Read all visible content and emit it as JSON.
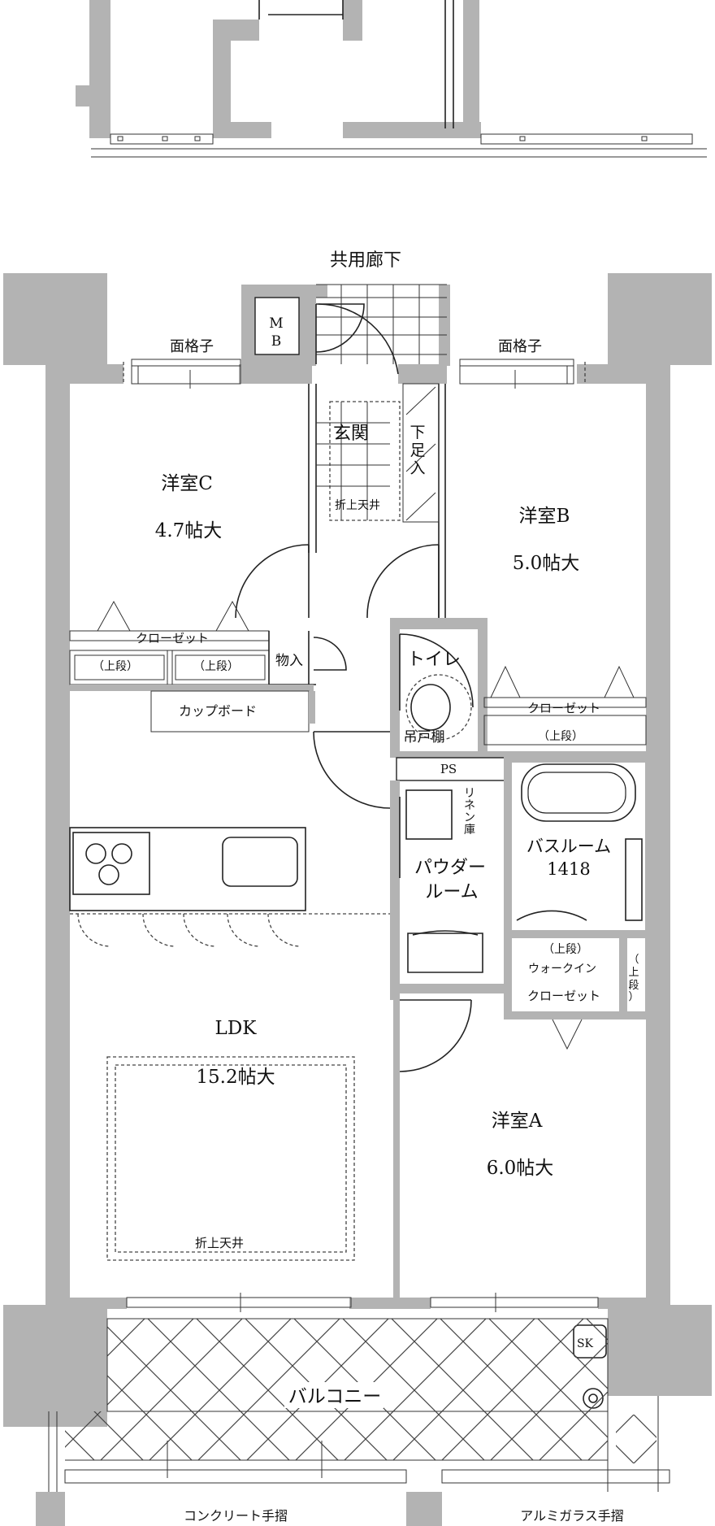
{
  "corridor": "共用廊下",
  "lattice_left": "面格子",
  "lattice_right": "面格子",
  "mb": [
    "M",
    "B"
  ],
  "entrance": "玄関",
  "shoe_box": [
    "下",
    "足",
    "入"
  ],
  "folded_ceiling_entrance": "折上天井",
  "room_c": {
    "name": "洋室C",
    "size": "4.7帖大"
  },
  "room_b": {
    "name": "洋室B",
    "size": "5.0帖大"
  },
  "room_a": {
    "name": "洋室A",
    "size": "6.0帖大"
  },
  "closet_c": "クローゼット",
  "closet_c_upper_1": "（上段）",
  "closet_c_upper_2": "（上段）",
  "storage": "物入",
  "toilet": "トイレ",
  "hanging_shelf": "吊戸棚",
  "closet_b": "クローゼット",
  "closet_b_upper": "（上段）",
  "cupboard": "カップボード",
  "ps": "PS",
  "linen": [
    "リ",
    "ネ",
    "ン",
    "庫"
  ],
  "bathroom": {
    "name": "バスルーム",
    "size": "1418"
  },
  "powder": [
    "パウダー",
    "ルーム"
  ],
  "walkin_upper": "（上段）",
  "walkin": "ウォークイン",
  "walkin_closet": "クローゼット",
  "walkin_side_upper": [
    "（",
    "上",
    "段",
    "）"
  ],
  "ldk": {
    "name": "LDK",
    "size": "15.2帖大"
  },
  "folded_ceiling_ldk": "折上天井",
  "sk": "SK",
  "balcony": "バルコニー",
  "concrete_rail": "コンクリート手摺",
  "glass_rail": "アルミガラス手摺"
}
